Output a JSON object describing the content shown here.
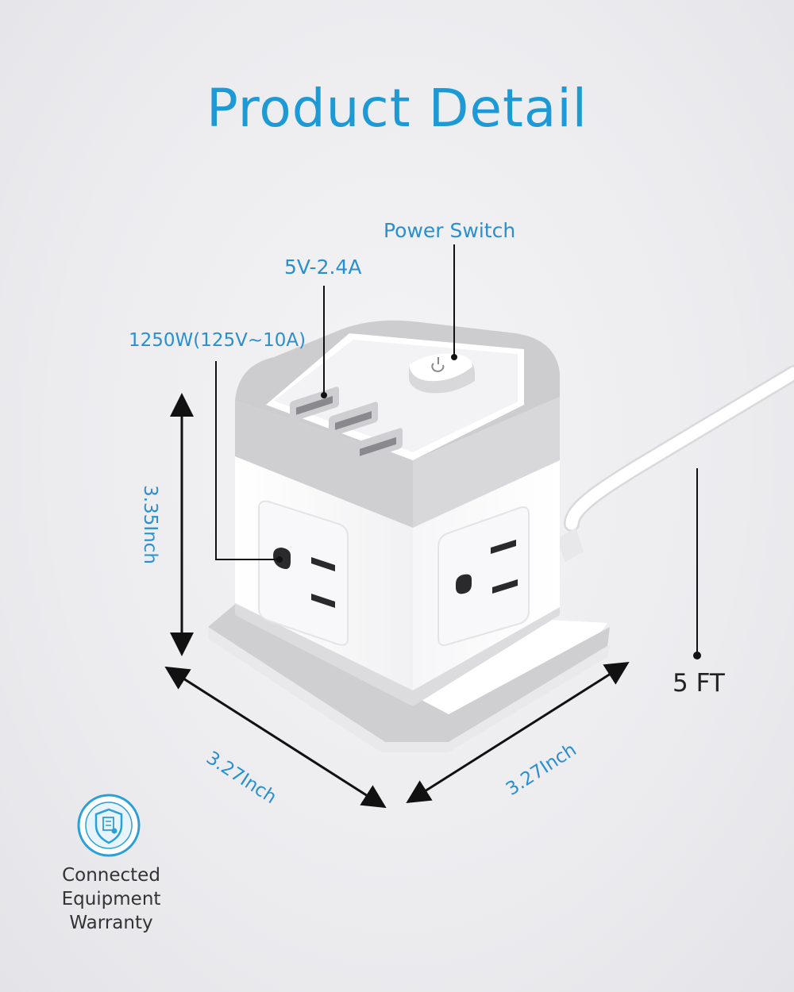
{
  "header": {
    "title": "Product Detail"
  },
  "labels": {
    "power_switch": "Power Switch",
    "usb_rating": "5V-2.4A",
    "outlet_rating": "1250W(125V~10A)",
    "height": "3.35Inch",
    "width_left": "3.27Inch",
    "width_right": "3.27Inch",
    "cord_length": "5 FT"
  },
  "badge": {
    "icon": "shield-warranty-icon",
    "line1": "Connected",
    "line2": "Equipment",
    "line3": "Warranty"
  },
  "colors": {
    "accent": "#1d9ad6",
    "body_white": "#ffffff",
    "trim_gray": "#d6d6d8"
  }
}
